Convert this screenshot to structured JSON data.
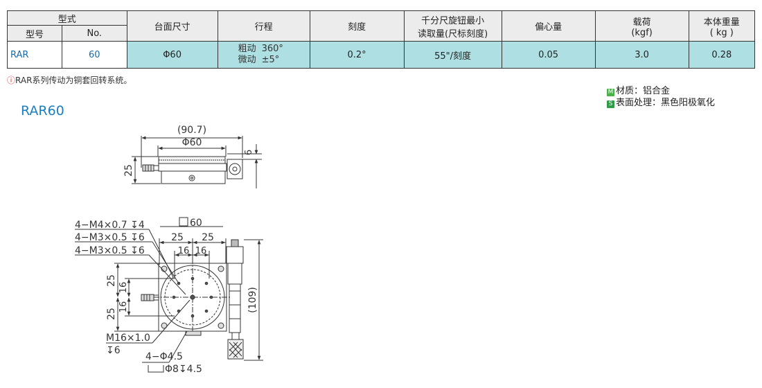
{
  "table": {
    "headers": {
      "type_group": "型式",
      "model": "型号",
      "no": "No.",
      "table_size": "台面尺寸",
      "stroke": "行程",
      "scale": "刻度",
      "micrometer_line1": "千分尺旋钮最小",
      "micrometer_line2": "读取量(尺标刻度)",
      "eccentricity": "偏心量",
      "load_line1": "载荷",
      "load_line2": "(kgf)",
      "weight_line1": "本体重量",
      "weight_line2": "( kg )"
    },
    "row": {
      "model": "RAR",
      "no": "60",
      "table_size": "Φ60",
      "stroke_coarse_label": "粗动",
      "stroke_coarse_value": "360°",
      "stroke_fine_label": "微动",
      "stroke_fine_value": "±5°",
      "scale": "0.2°",
      "micrometer": "55\"/刻度",
      "eccentricity": "0.05",
      "load": "3.0",
      "weight": "0.28"
    }
  },
  "note": {
    "mark": "ⓘ",
    "text": "RAR系列传动为铜套回转系统。"
  },
  "material": {
    "m_badge": "M",
    "m_text": "材质：铝合金",
    "s_badge": "S",
    "s_text": "表面处理：黑色阳极氧化"
  },
  "drawing": {
    "title": "RAR60",
    "side": {
      "overall": "(90.7)",
      "diameter": "Φ60",
      "height": "25",
      "offset": "6"
    },
    "top": {
      "hole_a": "4−M4×0.7",
      "hole_a_depth": "4",
      "hole_b": "4−M3×0.5",
      "hole_b_depth": "6",
      "hole_c": "4−M3×0.5",
      "hole_c_depth": "6",
      "square": "60",
      "dim_25": "25",
      "dim_16": "16",
      "overall_height": "(109)",
      "center_thread": "M16×1.0",
      "center_depth": "6",
      "mount_holes": "4−Φ4.5",
      "counterbore": "Φ8",
      "counterbore_depth": "4.5"
    }
  }
}
